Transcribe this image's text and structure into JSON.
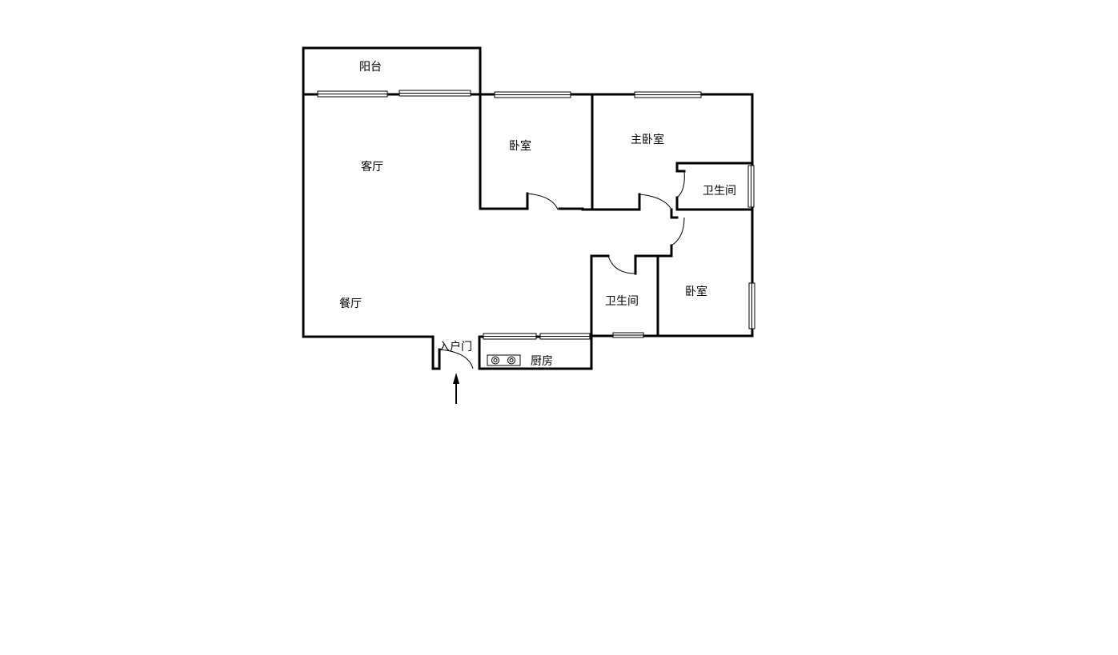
{
  "rooms": {
    "balcony": "阳台",
    "living": "客厅",
    "bedroom_1": "卧室",
    "master_bedroom": "主卧室",
    "bathroom_1": "卫生间",
    "bathroom_2": "卫生间",
    "bedroom_2": "卧室",
    "dining": "餐厅",
    "kitchen": "厨房",
    "entrance": "入户门"
  }
}
